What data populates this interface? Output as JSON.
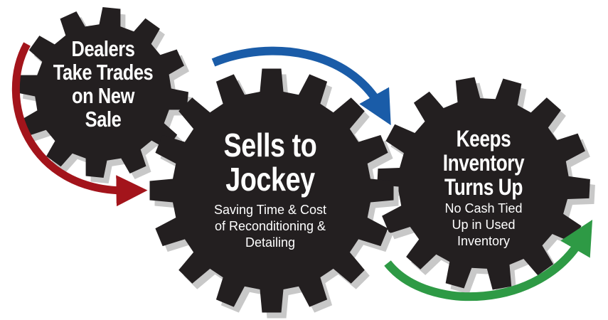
{
  "gears": [
    {
      "title_lines": [
        "Dealers",
        "Take Trades",
        "on New",
        "Sale"
      ],
      "subtitle_lines": []
    },
    {
      "title_lines": [
        "Sells to",
        "Jockey"
      ],
      "subtitle_lines": [
        "Saving Time & Cost",
        "of Reconditioning &",
        "Detailing"
      ]
    },
    {
      "title_lines": [
        "Keeps",
        "Inventory",
        "Turns Up"
      ],
      "subtitle_lines": [
        "No Cash Tied",
        "Up in Used",
        "Inventory"
      ]
    }
  ],
  "colors": {
    "gear": "#231f20",
    "shadow": "#c8c8c8",
    "red_arrow": "#a3141b",
    "blue_arrow": "#1a5ca8",
    "green_arrow": "#2e9a45",
    "text": "#ffffff"
  }
}
